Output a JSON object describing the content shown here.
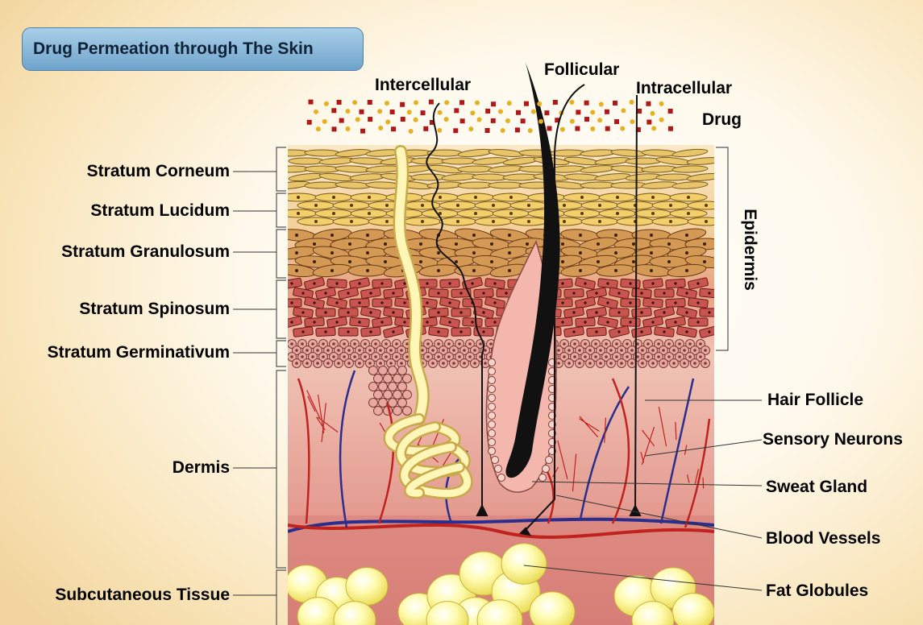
{
  "title": "Drug Permeation through The Skin",
  "top_labels": {
    "intercellular": "Intercellular",
    "follicular": "Follicular",
    "intracellular": "Intracellular",
    "drug": "Drug"
  },
  "left_labels": {
    "stratum_corneum": "Stratum Corneum",
    "stratum_lucidum": "Stratum Lucidum",
    "stratum_granulosum": "Stratum Granulosum",
    "stratum_spinosum": "Stratum Spinosum",
    "stratum_germinativum": "Stratum Germinativum",
    "dermis": "Dermis",
    "subcutaneous": "Subcutaneous Tissue"
  },
  "right_labels": {
    "epidermis": "Epidermis",
    "hair_follicle": "Hair Follicle",
    "sensory_neurons": "Sensory Neurons",
    "sweat_gland": "Sweat Gland",
    "blood_vessels": "Blood Vessels",
    "fat_globules": "Fat Globules"
  },
  "colors": {
    "title_box": "#7fb0d6",
    "corneum": "#e8c46a",
    "granulosum": "#d49a55",
    "spinosum": "#c8554f",
    "germinativum": "#e9a9a0",
    "dermis": "#d9827a",
    "fat": "#fff5a0",
    "artery": "#c0221e",
    "vein": "#2a2f8f",
    "hair": "#111111"
  }
}
